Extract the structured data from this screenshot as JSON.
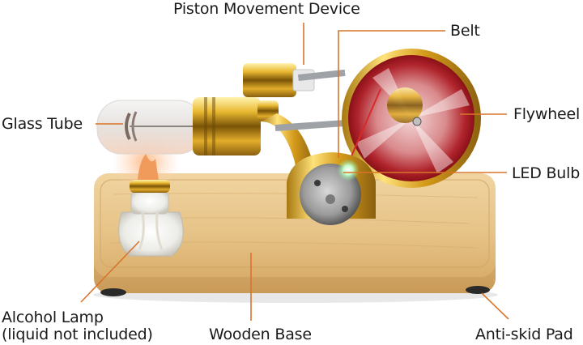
{
  "diagram": {
    "subject": "Stirling engine model with alcohol lamp on wooden base",
    "leader_line_color": "#d9742b",
    "labels": [
      {
        "id": "piston",
        "text": "Piston Movement Device"
      },
      {
        "id": "belt",
        "text": "Belt"
      },
      {
        "id": "glass_tube",
        "text": "Glass Tube"
      },
      {
        "id": "flywheel",
        "text": "Flywheel"
      },
      {
        "id": "led_bulb",
        "text": "LED Bulb"
      },
      {
        "id": "alcohol_lamp_line1",
        "text": "Alcohol Lamp"
      },
      {
        "id": "alcohol_lamp_line2",
        "text": "(liquid not included)"
      },
      {
        "id": "wooden_base",
        "text": "Wooden Base"
      },
      {
        "id": "anti_skid_pad",
        "text": "Anti-skid Pad"
      }
    ]
  }
}
